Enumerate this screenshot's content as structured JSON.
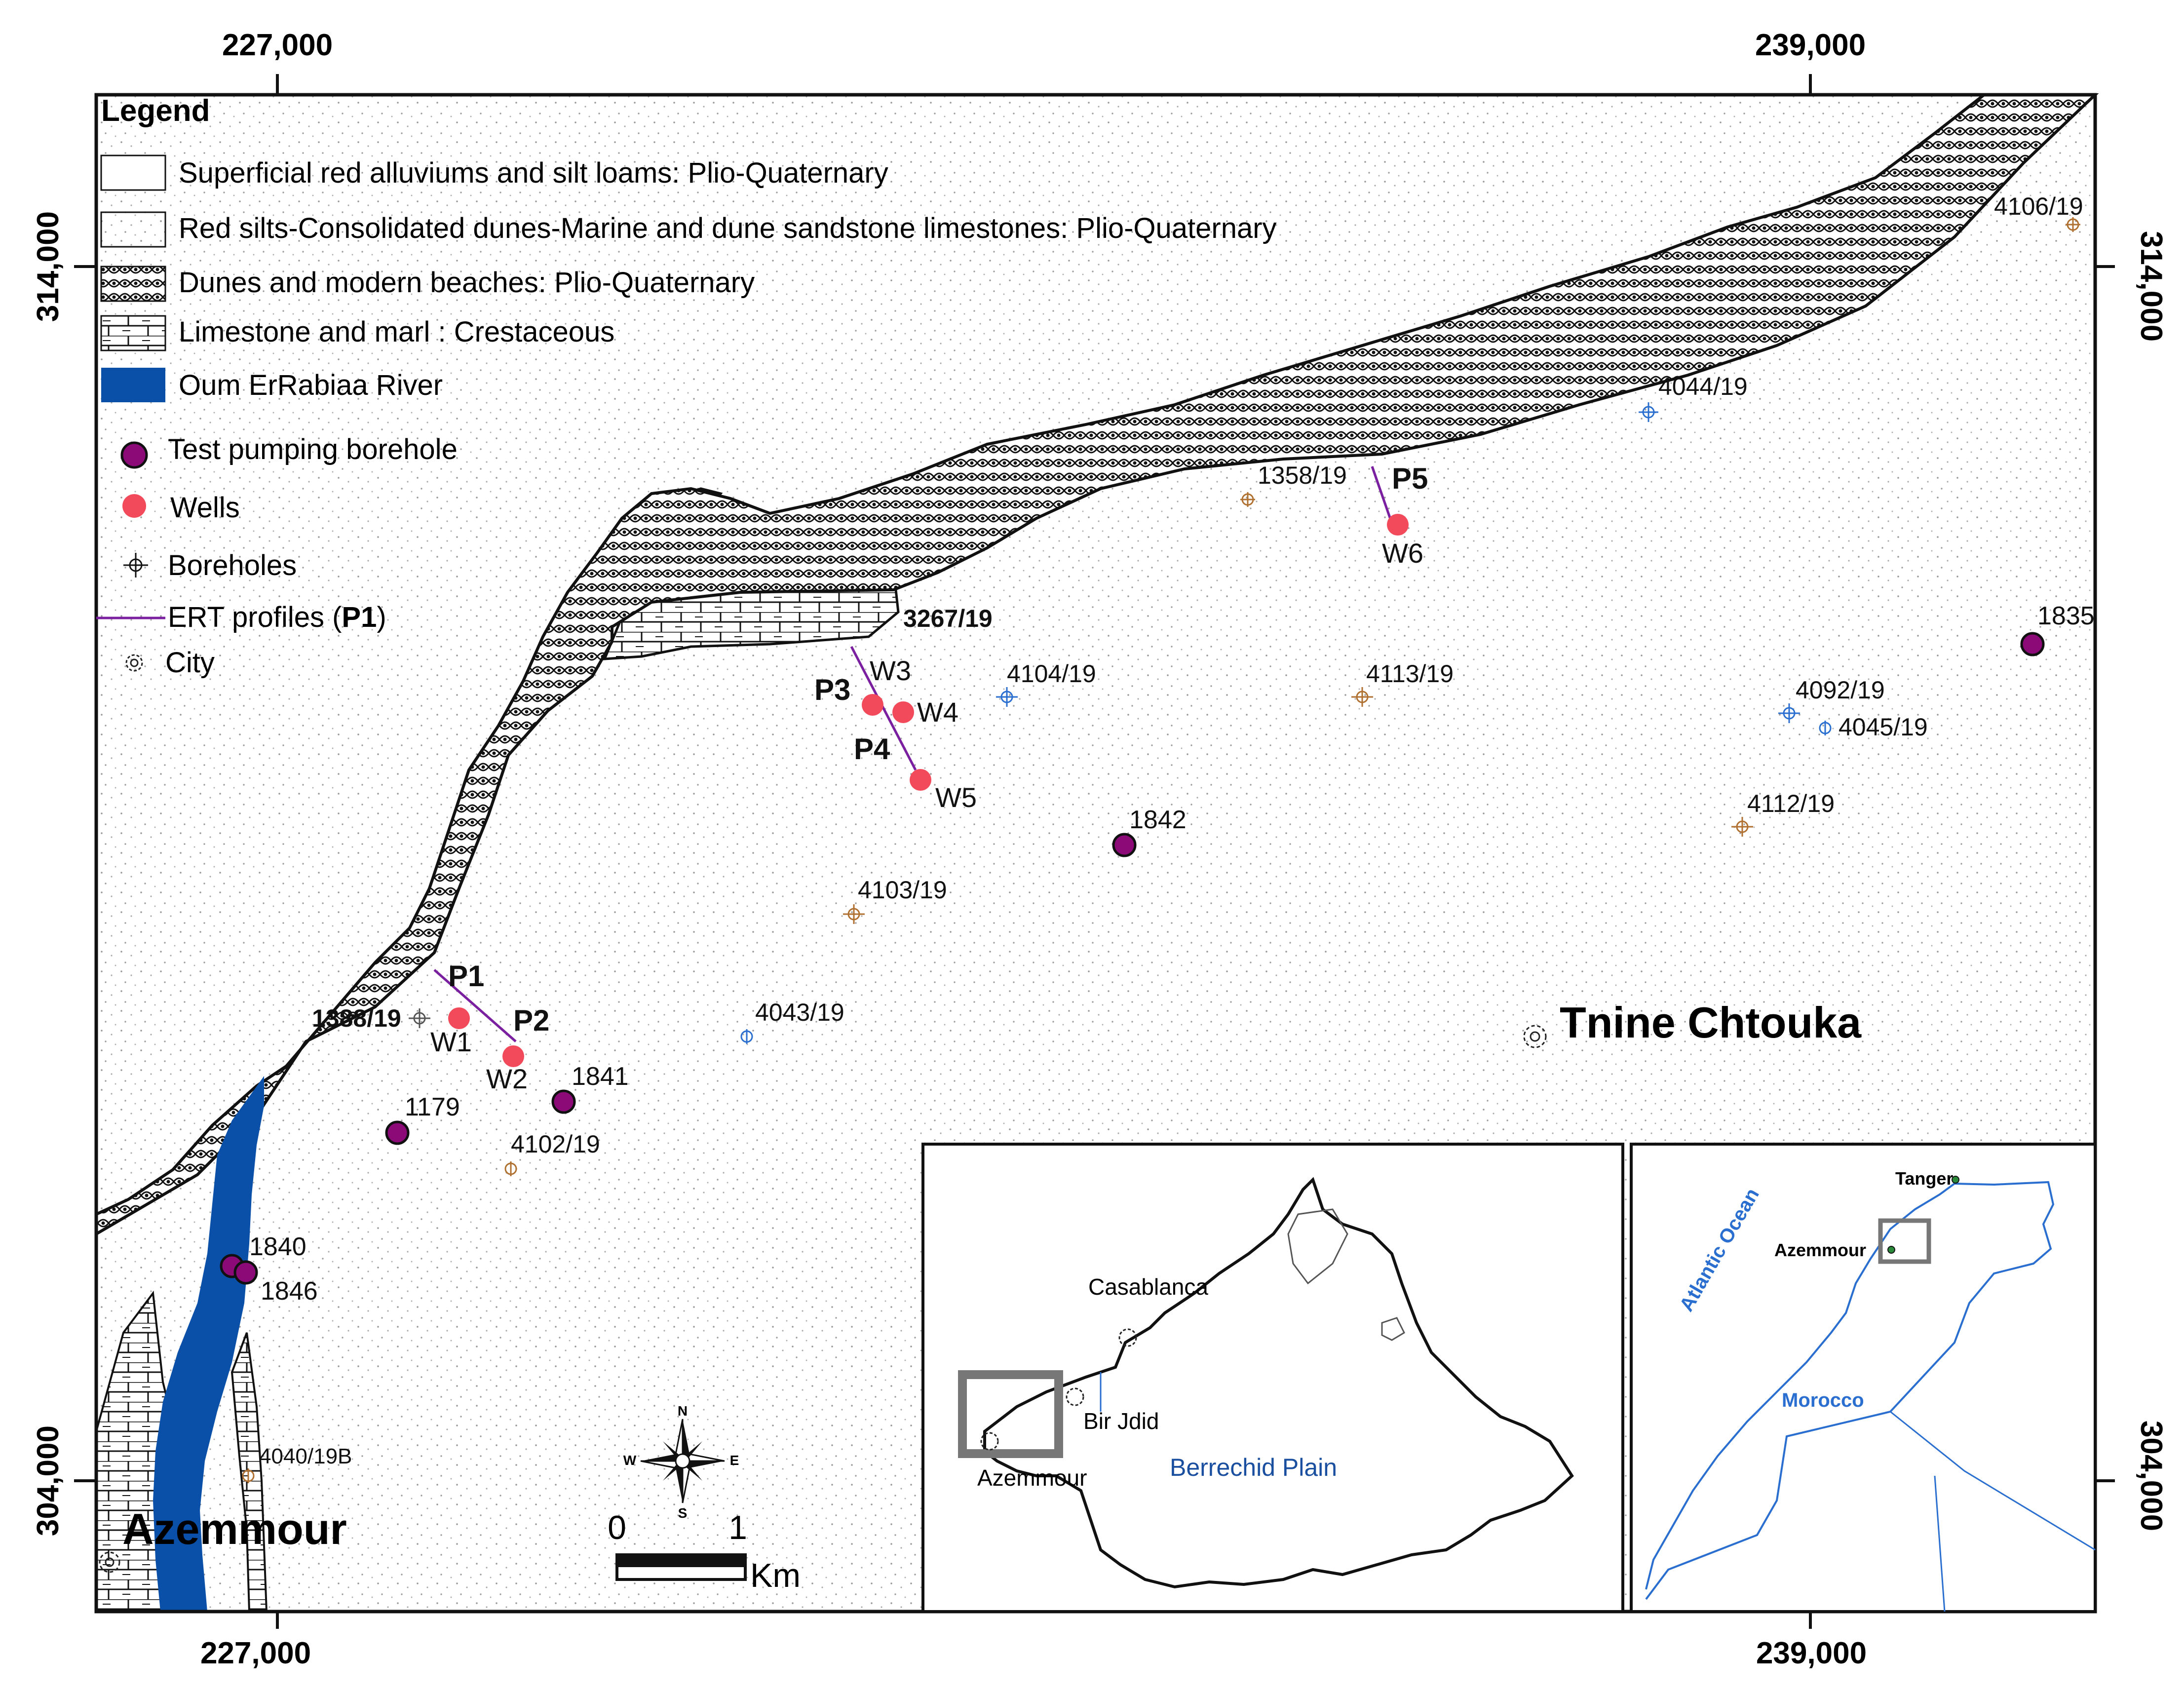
{
  "axis_labels": {
    "x_left": "227,000",
    "x_right": "239,000",
    "y_top": "314,000",
    "y_bottom": "304,000"
  },
  "legend": {
    "title": "Legend",
    "items": [
      {
        "label": "Superficial red alluviums and silt loams: Plio-Quaternary"
      },
      {
        "label": "Red silts-Consolidated dunes-Marine and dune sandstone limestones: Plio-Quaternary"
      },
      {
        "label": "Dunes and modern beaches: Plio-Quaternary"
      },
      {
        "label": "Limestone and marl : Crestaceous"
      },
      {
        "label": "Oum ErRabiaa River"
      },
      {
        "label": "Test pumping borehole"
      },
      {
        "label": "Wells"
      },
      {
        "label": "Boreholes"
      },
      {
        "label": "City"
      }
    ],
    "ert_label": "ERT profiles (",
    "ert_bold": "P1",
    "ert_close": ")"
  },
  "colors": {
    "river": "#0a4fa8",
    "test_borehole": "#8b0a78",
    "well": "#f24a5a",
    "ert": "#7a1fa0",
    "inset_blue": "#2a6fd0"
  },
  "test_boreholes": [
    "1835",
    "1842",
    "1841",
    "1179",
    "1840",
    "1846"
  ],
  "wells": [
    "W1",
    "W2",
    "W3",
    "W4",
    "W5",
    "W6"
  ],
  "boreholes": [
    "4106/19",
    "4044/19",
    "1358/19",
    "3267/19",
    "4104/19",
    "4113/19",
    "4092/19",
    "4045/19",
    "4112/19",
    "4103/19",
    "1388/19",
    "4043/19",
    "4102/19",
    "4040/19B"
  ],
  "ert_profiles": [
    "P1",
    "P2",
    "P3",
    "P4",
    "P5"
  ],
  "cities": {
    "tnine": "Tnine Chtouka",
    "azemmour": "Azemmour"
  },
  "scale": {
    "zero": "0",
    "one": "1",
    "unit": "Km"
  },
  "north_arrow": {
    "n": "N",
    "s": "S",
    "e": "E",
    "w": "W"
  },
  "inset1": {
    "casablanca": "Casablanca",
    "bir_jdid": "Bir Jdid",
    "azemmour": "Azemmour",
    "plain": "Berrechid Plain"
  },
  "inset2": {
    "tanger": "Tanger",
    "azemmour": "Azemmour",
    "ocean": "Atlantic Ocean",
    "country": "Morocco"
  }
}
